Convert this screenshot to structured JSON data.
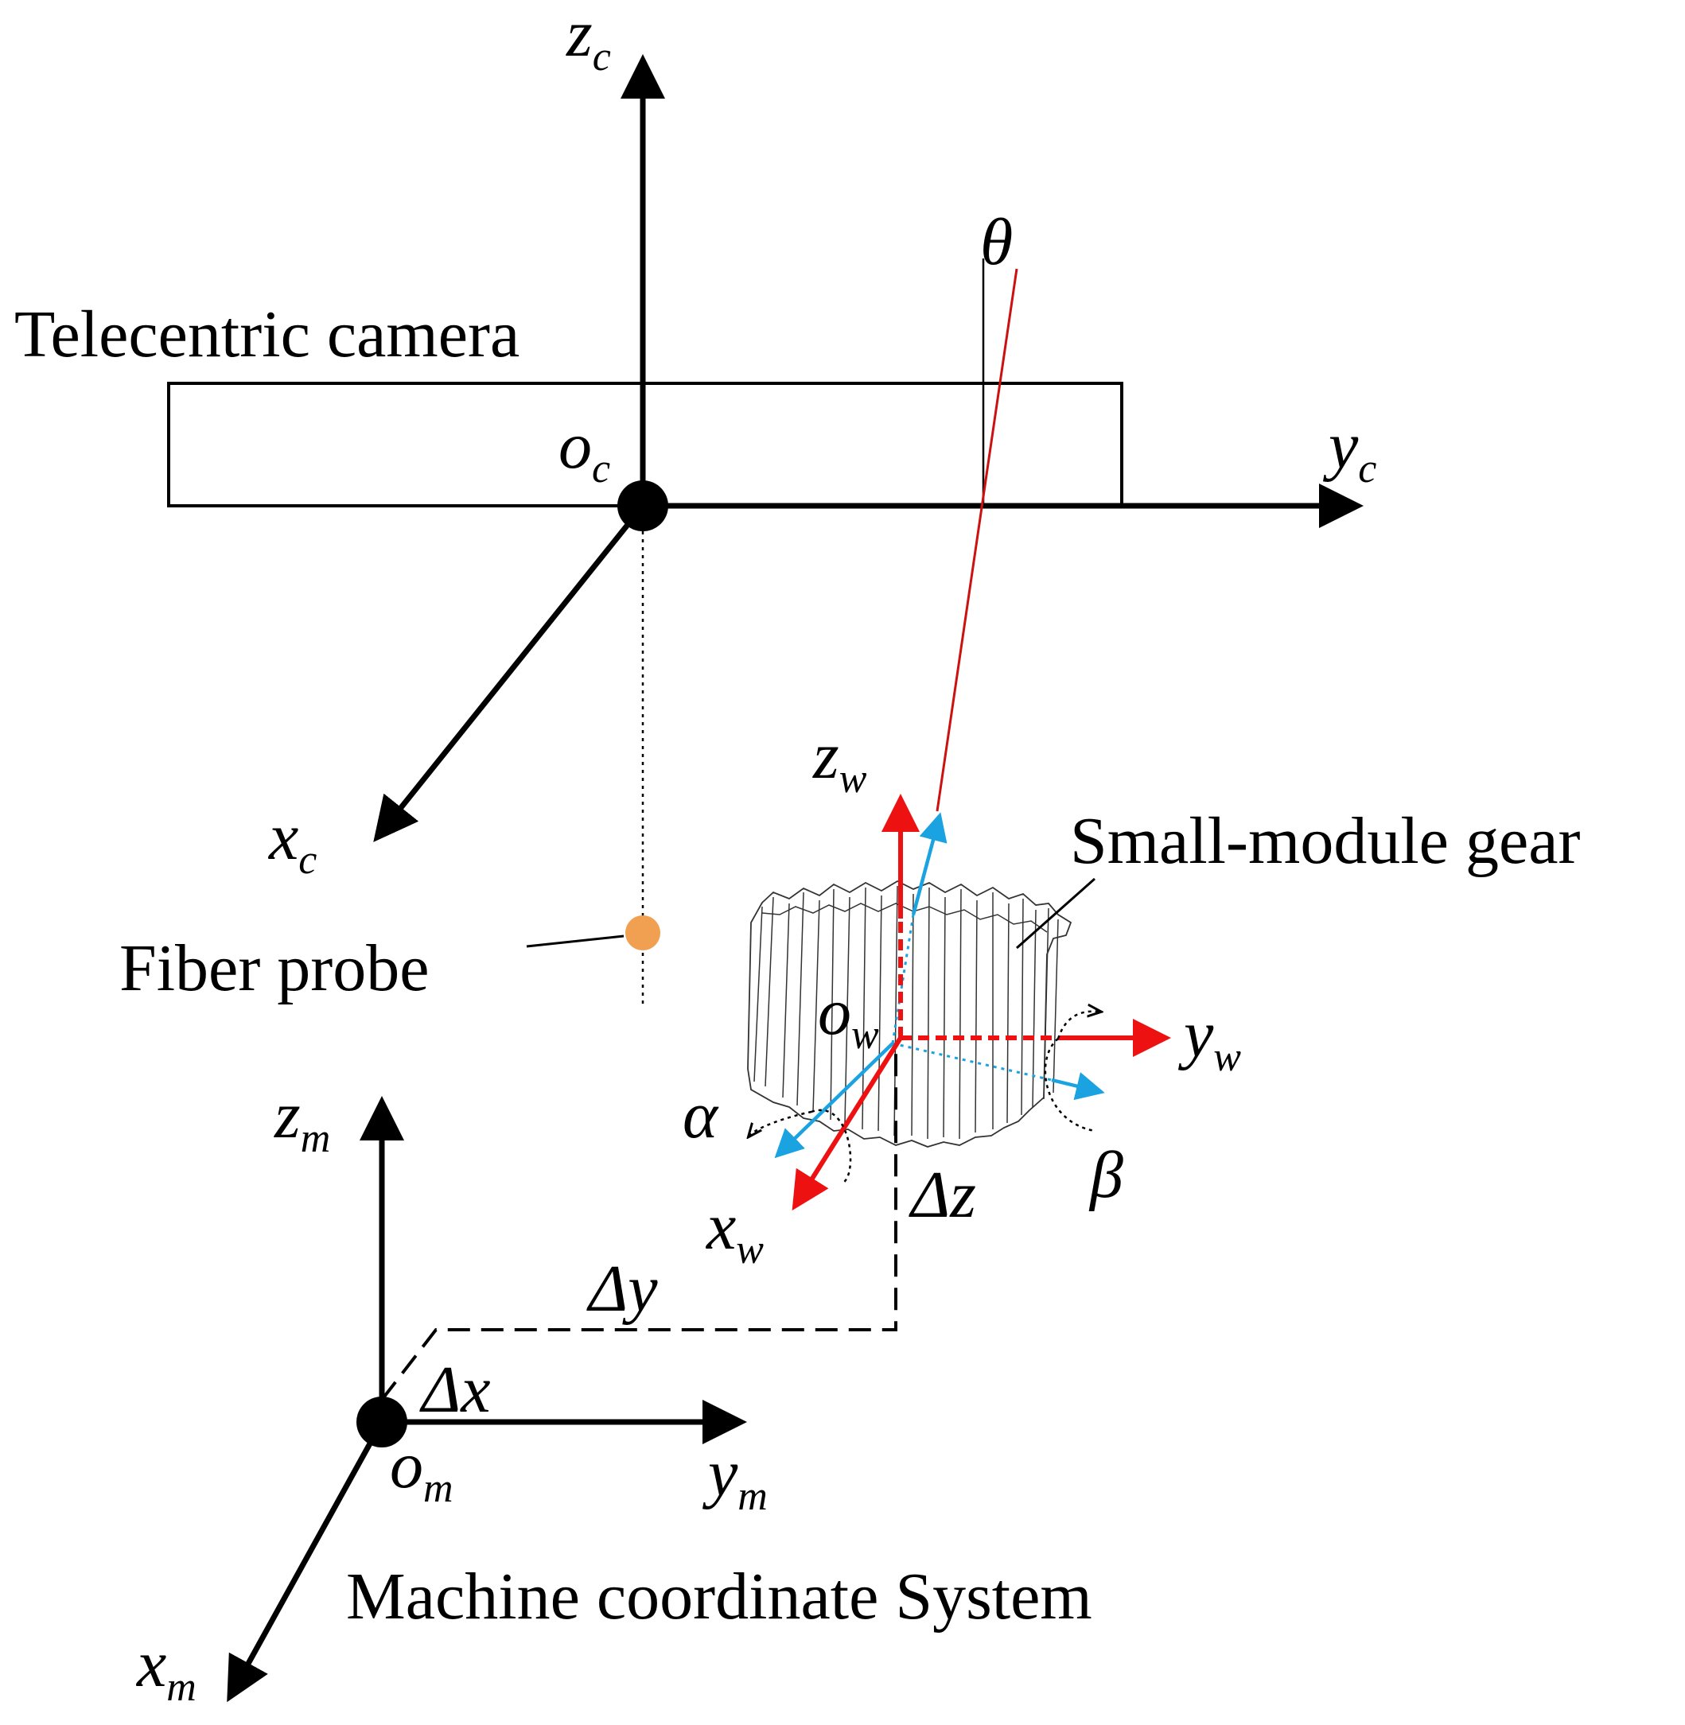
{
  "labels": {
    "camera": "Telecentric camera",
    "gear": "Small-module gear",
    "probe": "Fiber probe",
    "machine": "Machine coordinate System"
  },
  "axes": {
    "zc": {
      "base": "z",
      "sub": "c"
    },
    "yc": {
      "base": "y",
      "sub": "c"
    },
    "xc": {
      "base": "x",
      "sub": "c"
    },
    "oc": {
      "base": "o",
      "sub": "c"
    },
    "zw": {
      "base": "z",
      "sub": "w"
    },
    "yw": {
      "base": "y",
      "sub": "w"
    },
    "xw": {
      "base": "x",
      "sub": "w"
    },
    "ow": {
      "base": "o",
      "sub": "w"
    },
    "zm": {
      "base": "z",
      "sub": "m"
    },
    "ym": {
      "base": "y",
      "sub": "m"
    },
    "xm": {
      "base": "x",
      "sub": "m"
    },
    "om": {
      "base": "o",
      "sub": "m"
    }
  },
  "symbols": {
    "theta": "θ",
    "alpha": "α",
    "beta": "β",
    "dx": "Δx",
    "dy": "Δy",
    "dz": "Δz"
  },
  "colors": {
    "axis": "#000000",
    "red": "#ee1111",
    "blue": "#1aa3e0",
    "probe": "#f0a050",
    "ray": "#cc1111"
  }
}
